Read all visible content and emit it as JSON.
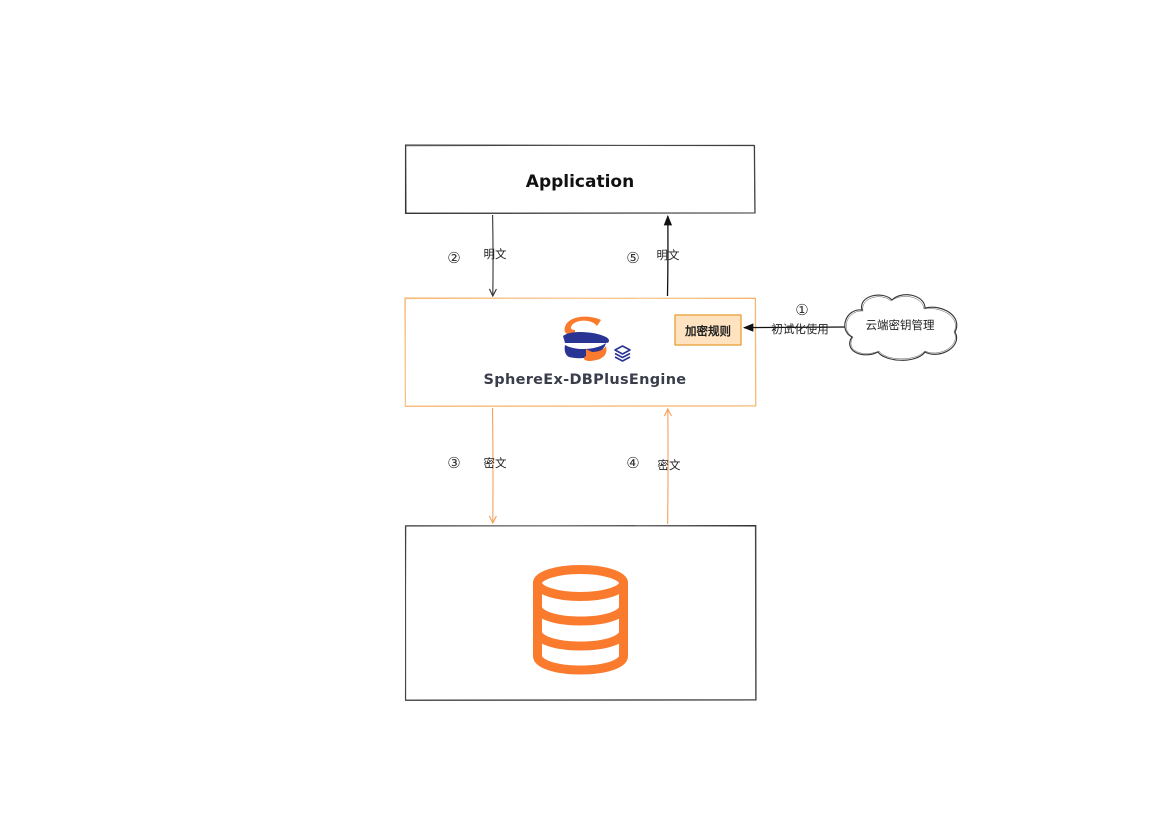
{
  "application": {
    "title": "Application"
  },
  "engine": {
    "name": "SphereEx-DBPlusEngine",
    "rule_label": "加密规则"
  },
  "cloud": {
    "label": "云端密钥管理"
  },
  "flows": {
    "init": {
      "step": "①",
      "label": "初试化使用"
    },
    "app_to_engine": {
      "step": "②",
      "label": "明文"
    },
    "engine_to_db": {
      "step": "③",
      "label": "密文"
    },
    "db_to_engine": {
      "step": "④",
      "label": "密文"
    },
    "engine_to_app": {
      "step": "⑤",
      "label": "明文"
    }
  },
  "colors": {
    "accent_orange": "#fb7b2e",
    "engine_border": "#f5b165",
    "logo_navy": "#2a3593",
    "rule_fill": "#ffe2bf",
    "rule_border": "#e59a2c",
    "line_dark": "#333333"
  },
  "icons": {
    "engine_logo": "sphereex-logo-icon",
    "stack": "layers-stack-icon",
    "database": "database-icon",
    "cloud": "cloud-icon"
  }
}
